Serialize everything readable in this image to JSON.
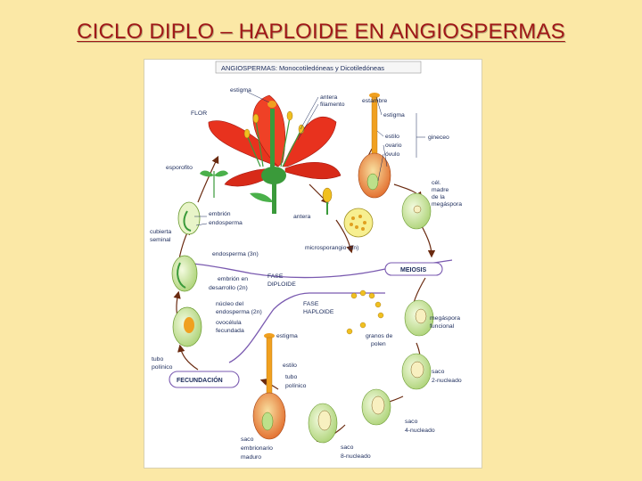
{
  "title": "CICLO DIPLO – HAPLOIDE EN ANGIOSPERMAS",
  "figure": {
    "header": "ANGIOSPERMAS: Monocotiledóneas y Dicotiledóneas",
    "labels": {
      "estigma_top": "estigma",
      "flor": "FLOR",
      "antera_flower": "antera",
      "filamento": "filamento",
      "estambre": "estambre",
      "estigma_pistil": "estigma",
      "estilo_pistil": "estilo",
      "ovario": "ovario",
      "ovulo": "óvulo",
      "gineceo": "gineceo",
      "esporofito": "esporofito",
      "cel": "cél.",
      "madre": "madre",
      "de_la": "de la",
      "megaspora": "megáspora",
      "embrion": "embrión",
      "endosperma": "endosperma",
      "antera_small": "antera",
      "cubierta": "cubierta",
      "seminal": "seminal",
      "microsporangio": "microsporangio (2n)",
      "endosperma_3n": "endosperma (3n)",
      "meiosis": "MEIOSIS",
      "fase_diploide_1": "FASE",
      "fase_diploide_2": "DIPLOIDE",
      "embrion_en": "embrión en",
      "desarrollo": "desarrollo (2n)",
      "fase_haploide_1": "FASE",
      "fase_haploide_2": "HAPLOIDE",
      "nucleo_del": "núcleo del",
      "endosperma_2n": "endosperma (2n)",
      "megaspora_funcional_1": "megáspora",
      "megaspora_funcional_2": "funcional",
      "ovocelula_1": "ovocélula",
      "ovocelula_2": "fecundada",
      "estigma_mid": "estigma",
      "granos_de": "granos de",
      "polen": "polen",
      "tubo_polinico_left_1": "tubo",
      "tubo_polinico_left_2": "polínico",
      "estilo_lower": "estilo",
      "saco_2_1": "saco",
      "saco_2_2": "2-nucleado",
      "fecundacion": "FECUNDACIÓN",
      "tubo_polinico_1": "tubo",
      "tubo_polinico_2": "polínico",
      "saco_4_1": "saco",
      "saco_4_2": "4-nucleado",
      "saco_emb_1": "saco",
      "saco_emb_2": "embrionario",
      "saco_emb_3": "maduro",
      "saco_8_1": "saco",
      "saco_8_2": "8-nucleado"
    }
  },
  "colors": {
    "title": "#a01818",
    "background": "#fbe8a6",
    "label": "#1a2a5a",
    "petal": "#e8321e",
    "stem": "#3a9a3a",
    "pistil": "#f0a020",
    "ovary": "#e06020",
    "ovule_green": "#bde08a",
    "cycle_line": "#6a2a10",
    "phase_line": "#7a5ab0"
  }
}
